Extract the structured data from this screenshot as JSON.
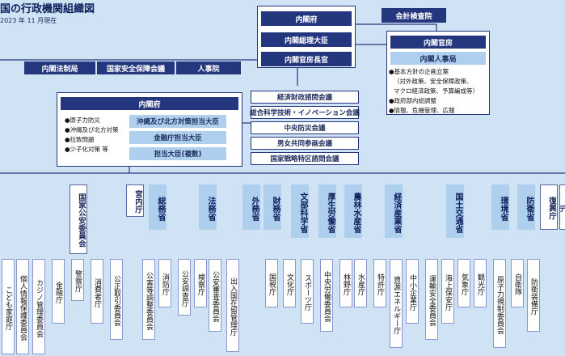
{
  "header": {
    "title": "国の行政機関組織図",
    "date": "2023 年 11 月現在"
  },
  "top": {
    "cabinet": "内閣府",
    "pm": "内閣総理大臣",
    "chief_secretary": "内閣官房長官",
    "audit_board": "会計検査院"
  },
  "cabinet_secretariat": {
    "title": "内閣官房",
    "personnel": "内閣人事局",
    "duties": [
      "●基本方針の企画立案",
      "（対外政策、安全保障政策、",
      "マクロ経済政策、予算編成等）",
      "●政府部内総調整",
      "●情報、危機管理、広報"
    ]
  },
  "left_bodies": [
    "内閣法制局",
    "国家安全保障会議",
    "人事院"
  ],
  "cabinet_office": {
    "title": "内閣府",
    "items": [
      "●原子力防災",
      "●沖縄及び北方対策",
      "●拉致問題",
      "●少子化対策 等"
    ],
    "ministers": [
      "沖縄及び北方対策担当大臣",
      "金融庁担当大臣",
      "担当大臣(複数)"
    ],
    "councils": [
      "経済財政諮問会議",
      "総合科学技術・イノベーション会議",
      "中央防災会議",
      "男女共同参画会議",
      "国家戦略特区諮問会議"
    ]
  },
  "agencies": [
    {
      "name": "国家公安委員会",
      "subs": [
        "警察庁"
      ]
    },
    {
      "name": "宮内庁",
      "subs": []
    },
    {
      "name": "総務省",
      "subs": [
        "公害等調整委員会",
        "消防庁"
      ]
    },
    {
      "name": "法務省",
      "subs": [
        "公安調査庁",
        "検察庁",
        "公安審査委員会",
        "出入国在留管理庁"
      ]
    },
    {
      "name": "外務省",
      "subs": []
    },
    {
      "name": "財務省",
      "subs": [
        "国税庁"
      ]
    },
    {
      "name": "文部科学省",
      "subs": [
        "文化庁",
        "スポーツ庁"
      ]
    },
    {
      "name": "厚生労働省",
      "subs": [
        "中央労働委員会"
      ]
    },
    {
      "name": "農林水産省",
      "subs": [
        "林野庁",
        "水産庁"
      ]
    },
    {
      "name": "経済産業省",
      "subs": [
        "特許庁",
        "資源エネルギー庁",
        "中小企業庁"
      ]
    },
    {
      "name": "国土交通省",
      "subs": [
        "運輸安全委員会",
        "海上保安庁",
        "気象庁",
        "観光庁"
      ]
    },
    {
      "name": "環境省",
      "subs": [
        "原子力規制委員会"
      ]
    },
    {
      "name": "防衛省",
      "subs": [
        "自衛隊",
        "防衛装備庁"
      ]
    },
    {
      "name": "復興庁",
      "subs": []
    },
    {
      "name": "デ",
      "subs": []
    }
  ],
  "office_subs": [
    "こども家庭庁",
    "個人情報保護委員会",
    "カジノ管理委員会",
    "金融庁",
    "消費者庁",
    "公正取引委員会"
  ]
}
